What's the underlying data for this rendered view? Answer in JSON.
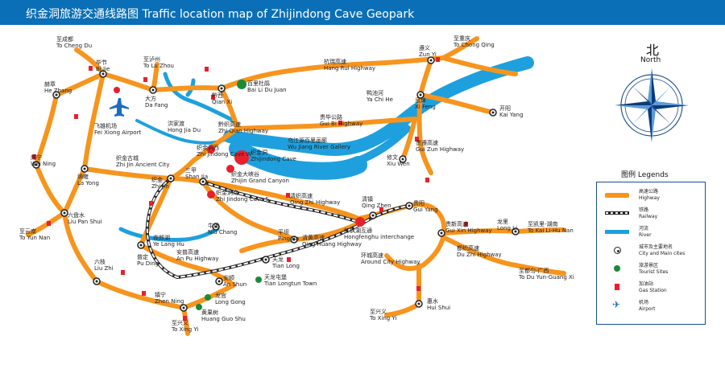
{
  "title": "织金洞旅游交通线路图 Traffic location map of Zhijindong Cave Geopark",
  "compass": {
    "cn": "北",
    "en": "North"
  },
  "legend": {
    "title": "图例 Legends",
    "items": [
      {
        "cn": "高速公路",
        "en": "Highway",
        "symbol": "highway"
      },
      {
        "cn": "铁路",
        "en": "Railway",
        "symbol": "railway"
      },
      {
        "cn": "河流",
        "en": "River",
        "symbol": "river"
      },
      {
        "cn": "城市及主要地名",
        "en": "City and Main cites",
        "symbol": "city"
      },
      {
        "cn": "旅游景区",
        "en": "Tourist Sites",
        "symbol": "tourist"
      },
      {
        "cn": "加油站",
        "en": "Gas Station",
        "symbol": "gas"
      },
      {
        "cn": "机场",
        "en": "Airport",
        "symbol": "airport"
      }
    ]
  },
  "colors": {
    "highway": "#f7941d",
    "river": "#1ea0de",
    "title_bar": "#0a6fb6",
    "tourist": "#1a8a3a",
    "site": "#e8202a"
  },
  "labels": [
    {
      "id": "cd",
      "cn": "至成都",
      "en": "To Cheng Du"
    },
    {
      "id": "bj",
      "cn": "毕节",
      "en": "Bi Jie"
    },
    {
      "id": "lz",
      "cn": "至泸州",
      "en": "To Lu Zhou"
    },
    {
      "id": "hz",
      "cn": "赫章",
      "en": "He Zhang"
    },
    {
      "id": "df",
      "cn": "大方",
      "en": "Da Fang"
    },
    {
      "id": "qx",
      "cn": "黔西",
      "en": "Qian Xi"
    },
    {
      "id": "bl",
      "cn": "百里杜鹃",
      "en": "Bai Li Du Juan"
    },
    {
      "id": "hrhw",
      "cn": "杭瑞高速",
      "en": "Hang Rui Highway"
    },
    {
      "id": "zy",
      "cn": "遵义",
      "en": "Zun Yi"
    },
    {
      "id": "cq",
      "cn": "至重庆",
      "en": "To Chong Qing"
    },
    {
      "id": "fx",
      "cn": "飞雄机场",
      "en": "Fei Xiong Airport"
    },
    {
      "id": "hj",
      "cn": "洪家渡",
      "en": "Hong Jia Du"
    },
    {
      "id": "zqhw",
      "cn": "黔织高速",
      "en": "Zhi Qian Highway"
    },
    {
      "id": "gbhw",
      "cn": "贵毕公路",
      "en": "Gui Bi Highway"
    },
    {
      "id": "ych",
      "cn": "鸭池河",
      "en": "Ya Chi He"
    },
    {
      "id": "xf",
      "cn": "息烽",
      "en": "Xi Feng"
    },
    {
      "id": "ky",
      "cn": "开阳",
      "en": "Kai Yang"
    },
    {
      "id": "wn",
      "cn": "威宁",
      "en": "Wei Ning"
    },
    {
      "id": "zjac",
      "cn": "织金古城",
      "en": "Zhi Jin Ancient City"
    },
    {
      "id": "zjcw",
      "cn": "织金洞西",
      "en": "Zhi Jindong Cave W"
    },
    {
      "id": "zjd",
      "cn": "织金洞",
      "en": "Zhijindong Cave"
    },
    {
      "id": "wjg",
      "cn": "乌江源百里画廊",
      "en": "Wu Jiang River Gallery"
    },
    {
      "id": "gzhw",
      "cn": "贵遵高速",
      "en": "Gui Zun Highway"
    },
    {
      "id": "xw",
      "cn": "修文",
      "en": "Xiu Wen"
    },
    {
      "id": "ly",
      "cn": "纳雍",
      "en": "La Yong"
    },
    {
      "id": "sj",
      "cn": "三甲",
      "en": "Shan Jia"
    },
    {
      "id": "zjgc",
      "cn": "织金大峡谷",
      "en": "Zhijin Grand Canyon"
    },
    {
      "id": "zj",
      "cn": "织金",
      "en": "Zhi Jin"
    },
    {
      "id": "zjcs",
      "cn": "织金洞南",
      "en": "Zhi Jindong Cave S"
    },
    {
      "id": "qzhw",
      "cn": "清织高速",
      "en": "Qing Zhi Highway"
    },
    {
      "id": "qz",
      "cn": "清镇",
      "en": "Qing Zhen"
    },
    {
      "id": "gy",
      "cn": "贵阳",
      "en": "Gui Yang"
    },
    {
      "id": "lps",
      "cn": "六盘水",
      "en": "Liu Pan Shui"
    },
    {
      "id": "yn",
      "cn": "至云南",
      "en": "To Yun Nan"
    },
    {
      "id": "nc",
      "cn": "牛场",
      "en": "Niu Chang"
    },
    {
      "id": "ylh",
      "cn": "夜郎湖",
      "en": "Ye Lang Hu"
    },
    {
      "id": "pb",
      "cn": "平坝",
      "en": "Ping Ba"
    },
    {
      "id": "qhhw",
      "cn": "清黄高速",
      "en": "Qing Huang Highway"
    },
    {
      "id": "hfh",
      "cn": "红枫湖互通",
      "en": "Hongfenghu interchange"
    },
    {
      "id": "gxhw",
      "cn": "贵新高速",
      "en": "Gui Xin Highway"
    },
    {
      "id": "ll",
      "cn": "龙里",
      "en": "Long Li"
    },
    {
      "id": "tk",
      "cn": "至凯里-湖南",
      "en": "To Kai Li-Hu Nan"
    },
    {
      "id": "pd",
      "cn": "普定",
      "en": "Pu Ding"
    },
    {
      "id": "aphw",
      "cn": "安普高速",
      "en": "An Pu Highway"
    },
    {
      "id": "achw",
      "cn": "环城高速",
      "en": "Around City Highway"
    },
    {
      "id": "dzhw",
      "cn": "都织高速",
      "en": "Du Zhi Highway"
    },
    {
      "id": "lzh",
      "cn": "六枝",
      "en": "Liu Zhi"
    },
    {
      "id": "tl",
      "cn": "天龙",
      "en": "Tian Long"
    },
    {
      "id": "tdy",
      "cn": "至都匀-广西",
      "en": "To Du Yun-Guang Xi"
    },
    {
      "id": "as",
      "cn": "安顺",
      "en": "An Shun"
    },
    {
      "id": "tlt",
      "cn": "天龙屯堡",
      "en": "Tian Longtun Town"
    },
    {
      "id": "zn",
      "cn": "镇宁",
      "en": "Zhen Ning"
    },
    {
      "id": "lg",
      "cn": "龙宫",
      "en": "Long Gong"
    },
    {
      "id": "hs",
      "cn": "惠水",
      "en": "Hui Shui"
    },
    {
      "id": "hgs",
      "cn": "黄果树",
      "en": "Huang Guo Shu"
    },
    {
      "id": "xy1",
      "cn": "至兴义",
      "en": "To Xing Yi"
    },
    {
      "id": "xy2",
      "cn": "至兴义",
      "en": "To Xing Yi"
    }
  ]
}
